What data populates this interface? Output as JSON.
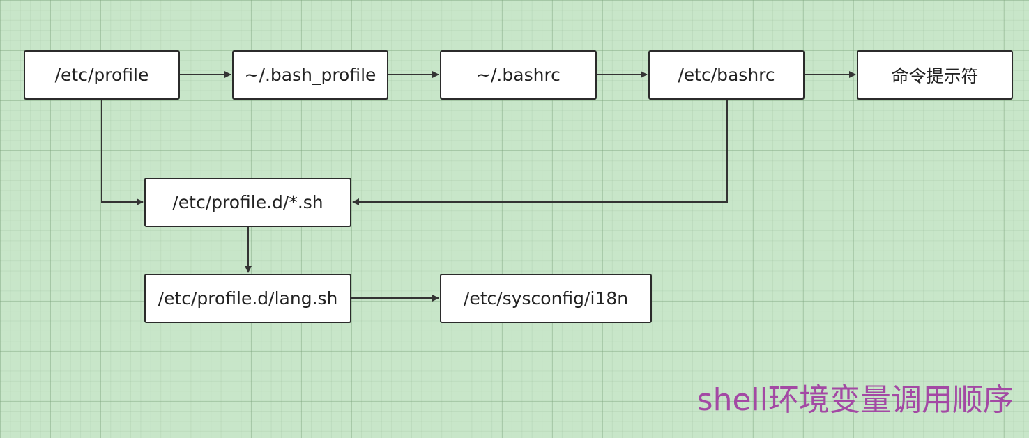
{
  "diagram": {
    "caption": "shell环境变量调用顺序",
    "colors": {
      "background": "#c8e6c9",
      "node_fill": "#ffffff",
      "node_border": "#2b2b2b",
      "connector": "#333333",
      "caption": "#a349a4"
    },
    "nodes": {
      "etc_profile": "/etc/profile",
      "bash_profile": "~/.bash_profile",
      "bashrc_home": "~/.bashrc",
      "etc_bashrc": "/etc/bashrc",
      "prompt": "命令提示符",
      "profile_d_sh": "/etc/profile.d/*.sh",
      "profile_d_lang": "/etc/profile.d/lang.sh",
      "sysconfig_i18n": "/etc/sysconfig/i18n"
    },
    "edges": [
      {
        "from": "etc_profile",
        "to": "bash_profile"
      },
      {
        "from": "bash_profile",
        "to": "bashrc_home"
      },
      {
        "from": "bashrc_home",
        "to": "etc_bashrc"
      },
      {
        "from": "etc_bashrc",
        "to": "prompt"
      },
      {
        "from": "etc_profile",
        "to": "profile_d_sh"
      },
      {
        "from": "etc_bashrc",
        "to": "profile_d_sh"
      },
      {
        "from": "profile_d_sh",
        "to": "profile_d_lang"
      },
      {
        "from": "profile_d_lang",
        "to": "sysconfig_i18n"
      }
    ]
  }
}
